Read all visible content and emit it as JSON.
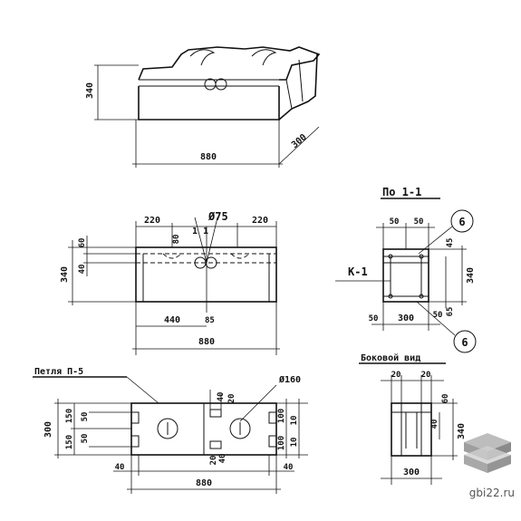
{
  "iso_view": {
    "height": "340",
    "length": "880",
    "depth": "300"
  },
  "front_view": {
    "left_offset": "220",
    "right_offset": "220",
    "hole_dia": "Ø75",
    "section_mark": "1 1",
    "top_60": "60",
    "top_80": "80",
    "height": "340",
    "mid_40": "40",
    "half_length": "440",
    "small_85": "85",
    "length": "880"
  },
  "section": {
    "title": "По 1-1",
    "top_left": "50",
    "top_right": "50",
    "callout": "6",
    "right_45": "45",
    "height": "340",
    "section_label": "К-1",
    "bottom_left": "50",
    "width": "300",
    "bottom_right": "50",
    "right_65": "65",
    "callout_bottom": "6"
  },
  "side_view": {
    "title": "Боковой вид",
    "top_left": "20",
    "top_right": "20",
    "right_60": "60",
    "mid_40": "40",
    "height": "340",
    "width": "300"
  },
  "plan_view": {
    "title": "Петля П-5",
    "hole_dia": "Ø160",
    "depth": "300",
    "left_150a": "150",
    "left_150b": "150",
    "left_50a": "50",
    "left_50b": "50",
    "left_40": "40",
    "right_40": "40",
    "top_40": "40",
    "top_20": "20",
    "bottom_20": "20",
    "bottom_40": "40",
    "right_100a": "100",
    "right_100b": "100",
    "right_10a": "10",
    "right_10b": "10",
    "length": "880"
  },
  "watermark": {
    "site": "gbi22.ru"
  }
}
